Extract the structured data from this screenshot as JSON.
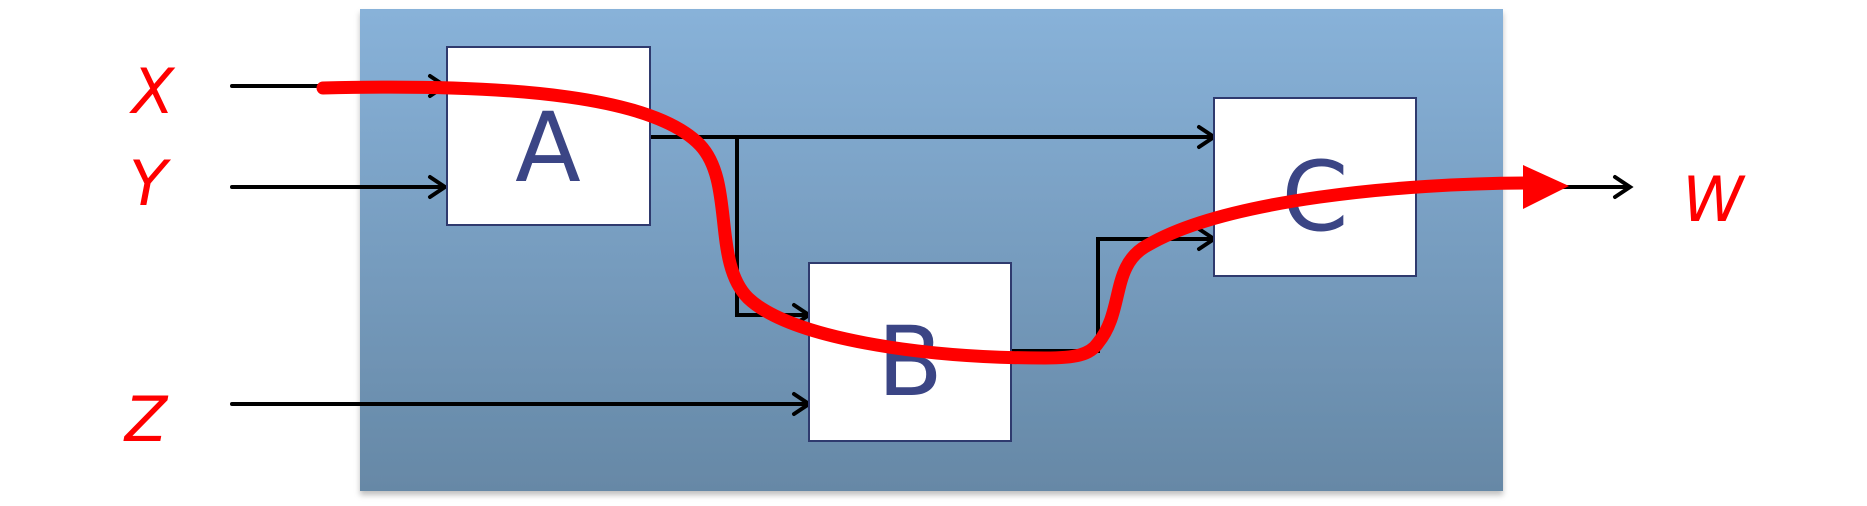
{
  "inputs": {
    "x": "X",
    "y": "Y",
    "z": "Z"
  },
  "output": {
    "w": "W"
  },
  "blocks": {
    "a": "A",
    "b": "B",
    "c": "C"
  },
  "colors": {
    "system_top": "#88b2d9",
    "system_bottom": "#6688a6",
    "block_fill": "#ffffff",
    "block_border": "#2f3a6e",
    "block_text": "#3b4585",
    "wire": "#000000",
    "highlight_path": "#ff0000",
    "io_text": "#ff0000"
  }
}
